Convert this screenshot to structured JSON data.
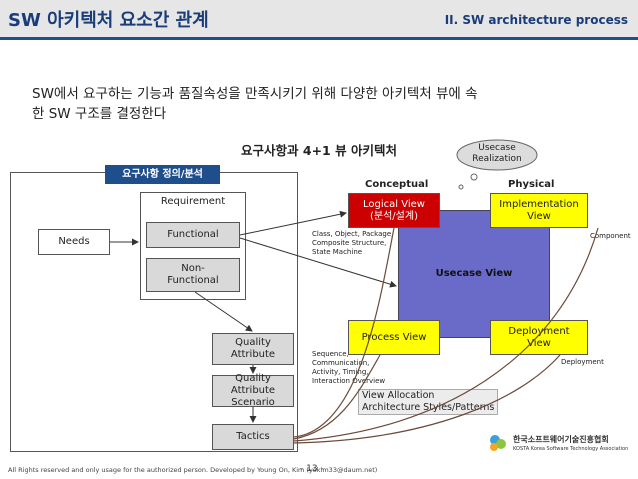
{
  "header": {
    "title": "SW 아키텍처 요소간 관계",
    "section": "II. SW architecture process"
  },
  "intro": {
    "line1": "SW에서 요구하는 기능과 품질속성을 만족시키기 위해 다양한 아키텍처 뷰에 속",
    "line2": "한 SW 구조를 결정한다"
  },
  "diagram": {
    "title": "요구사항과 4+1 뷰 아키텍처",
    "req_tag": "요구사항 정의/분석",
    "needs": "Needs",
    "requirement": "Requirement",
    "functional": "Functional",
    "nonfunctional_1": "Non-",
    "nonfunctional_2": "Functional",
    "quality_attr_1": "Quality",
    "quality_attr_2": "Attribute",
    "qa_scenario_1": "Quality Attribute",
    "qa_scenario_2": "Scenario",
    "tactics": "Tactics",
    "conceptual": "Conceptual",
    "physical": "Physical",
    "usecase_realization_1": "Usecase",
    "usecase_realization_2": "Realization",
    "logical_view_1": "Logical View",
    "logical_view_2": "(분석/설계)",
    "implementation_view_1": "Implementation",
    "implementation_view_2": "View",
    "usecase_view": "Usecase View",
    "process_view": "Process View",
    "deployment_view_1": "Deployment",
    "deployment_view_2": "View",
    "logical_note_1": "Class, Object, Package,",
    "logical_note_2": "Composite Structure,",
    "logical_note_3": "State Machine",
    "component_note": "Component",
    "process_note_1": "Sequence,",
    "process_note_2": "Communication,",
    "process_note_3": "Activity, Timing,",
    "process_note_4": "Interaction Overview",
    "deployment_note": "Deployment",
    "allocation_1": "View Allocation",
    "allocation_2": "Architecture Styles/Patterns"
  },
  "footer": {
    "rights": "All Rights reserved and only usage for the authorized person. Developed by Young On, Kim (yokim33@daum.net)",
    "page": "- 13 -",
    "logo_kr": "한국소프트웨어기술진흥협회",
    "logo_en": "KOSTA  Korea Software Technology Association"
  },
  "colors": {
    "accent": "#1f4e8c",
    "logical_red": "#cc0000",
    "usecase_purple": "#6a6ac8",
    "view_yellow": "#ffff00",
    "curve_brown": "#6b4a3a"
  }
}
